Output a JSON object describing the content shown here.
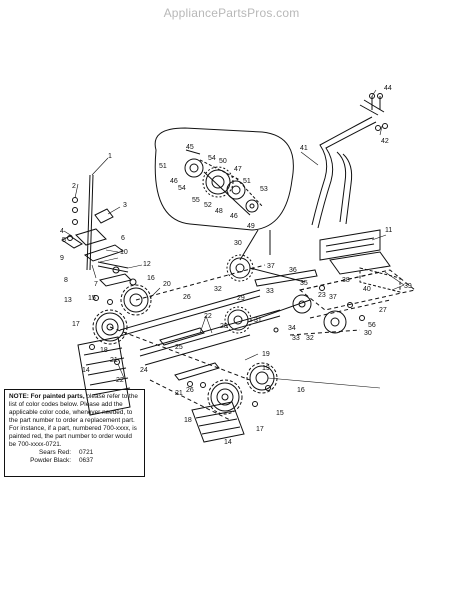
{
  "watermark": "AppliancePartsPros.com",
  "callouts": [
    {
      "id": "c1",
      "label": "1"
    },
    {
      "id": "c2",
      "label": "2"
    },
    {
      "id": "c3",
      "label": "3"
    },
    {
      "id": "c4",
      "label": "4"
    },
    {
      "id": "c5",
      "label": "5"
    },
    {
      "id": "c6",
      "label": "6"
    },
    {
      "id": "c7",
      "label": "7"
    },
    {
      "id": "c8",
      "label": "8"
    },
    {
      "id": "c9",
      "label": "9"
    },
    {
      "id": "c10",
      "label": "10"
    },
    {
      "id": "c11",
      "label": "11"
    },
    {
      "id": "c12",
      "label": "12"
    },
    {
      "id": "c13",
      "label": "13"
    },
    {
      "id": "c14a",
      "label": "14"
    },
    {
      "id": "c14b",
      "label": "14"
    },
    {
      "id": "c15a",
      "label": "15"
    },
    {
      "id": "c15b",
      "label": "15"
    },
    {
      "id": "c16a",
      "label": "16"
    },
    {
      "id": "c16b",
      "label": "16"
    },
    {
      "id": "c17a",
      "label": "17"
    },
    {
      "id": "c17b",
      "label": "17"
    },
    {
      "id": "c18a",
      "label": "18"
    },
    {
      "id": "c18b",
      "label": "18"
    },
    {
      "id": "c19a",
      "label": "19"
    },
    {
      "id": "c19b",
      "label": "19"
    },
    {
      "id": "c20",
      "label": "20"
    },
    {
      "id": "c21a",
      "label": "21"
    },
    {
      "id": "c21b",
      "label": "21"
    },
    {
      "id": "c22a",
      "label": "22"
    },
    {
      "id": "c22b",
      "label": "22"
    },
    {
      "id": "c23",
      "label": "23"
    },
    {
      "id": "c24",
      "label": "24"
    },
    {
      "id": "c25",
      "label": "25"
    },
    {
      "id": "c26a",
      "label": "26"
    },
    {
      "id": "c26b",
      "label": "26"
    },
    {
      "id": "c27",
      "label": "27"
    },
    {
      "id": "c28",
      "label": "28"
    },
    {
      "id": "c29",
      "label": "29"
    },
    {
      "id": "c30a",
      "label": "30"
    },
    {
      "id": "c30b",
      "label": "30"
    },
    {
      "id": "c31",
      "label": "31"
    },
    {
      "id": "c32a",
      "label": "32"
    },
    {
      "id": "c32b",
      "label": "32"
    },
    {
      "id": "c33a",
      "label": "33"
    },
    {
      "id": "c33b",
      "label": "33"
    },
    {
      "id": "c34",
      "label": "34"
    },
    {
      "id": "c35",
      "label": "35"
    },
    {
      "id": "c36",
      "label": "36"
    },
    {
      "id": "c37a",
      "label": "37"
    },
    {
      "id": "c37b",
      "label": "37"
    },
    {
      "id": "c38",
      "label": "38"
    },
    {
      "id": "c39",
      "label": "39"
    },
    {
      "id": "c40",
      "label": "40"
    },
    {
      "id": "c41",
      "label": "41"
    },
    {
      "id": "c42",
      "label": "42"
    },
    {
      "id": "c44",
      "label": "44"
    },
    {
      "id": "c45",
      "label": "45"
    },
    {
      "id": "c46a",
      "label": "46"
    },
    {
      "id": "c46b",
      "label": "46"
    },
    {
      "id": "c47",
      "label": "47"
    },
    {
      "id": "c48",
      "label": "48"
    },
    {
      "id": "c49",
      "label": "49"
    },
    {
      "id": "c50",
      "label": "50"
    },
    {
      "id": "c51a",
      "label": "51"
    },
    {
      "id": "c51b",
      "label": "51"
    },
    {
      "id": "c52",
      "label": "52"
    },
    {
      "id": "c53",
      "label": "53"
    },
    {
      "id": "c54a",
      "label": "54"
    },
    {
      "id": "c54b",
      "label": "54"
    },
    {
      "id": "c55",
      "label": "55"
    },
    {
      "id": "c56",
      "label": "56"
    }
  ],
  "note": {
    "heading": "NOTE: For painted parts,",
    "text": " please refer to the list of color codes below. Please add the applicable color code, whenever needed, to the part number to order a replacement part. For instance, if a part, numbered 700-xxxx, is painted red, the part number to order would be 700-xxxx-0721.",
    "colors": [
      {
        "name": "Sears Red:",
        "code": "0721"
      },
      {
        "name": "Powder Black:",
        "code": "0637"
      }
    ]
  }
}
